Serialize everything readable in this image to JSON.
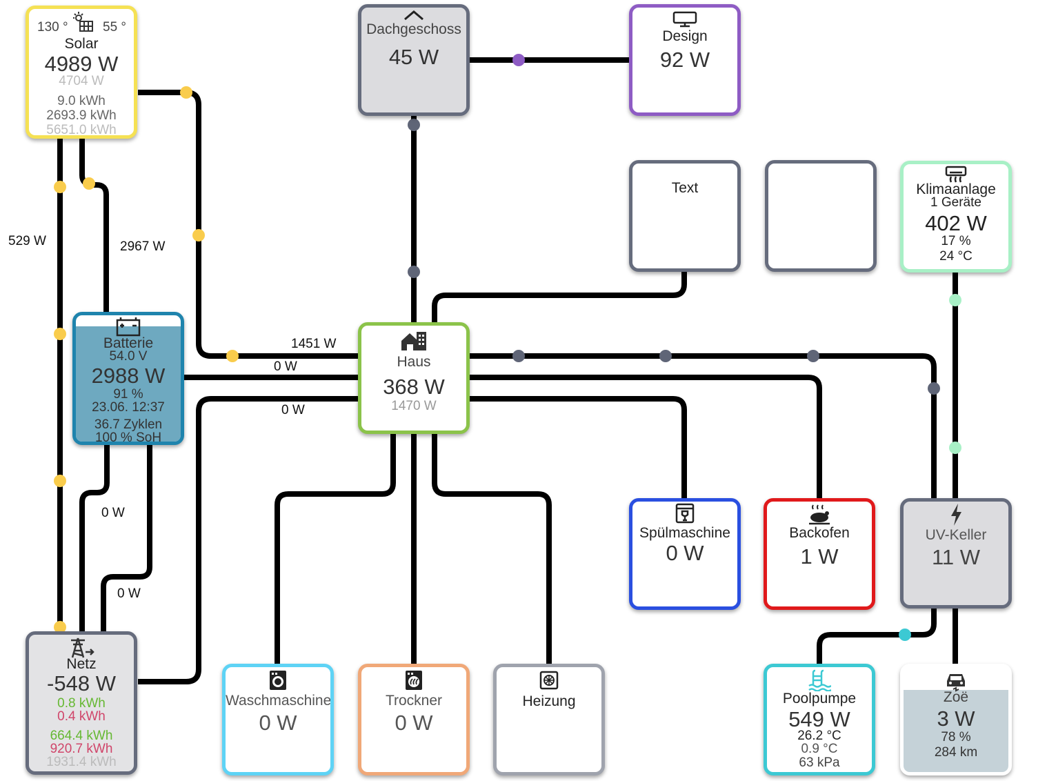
{
  "colors": {
    "line": "#000000",
    "solar": "#f5e154",
    "solar_dot": "#f9cc4c",
    "battery_bg": "#6ea9c0",
    "battery_border": "#1f84ad",
    "house": "#8bc34a",
    "gray_border": "#666c7d",
    "design": "#8e5cc4",
    "klima": "#a8f0c6",
    "spuel": "#2a4fe0",
    "backofen": "#e0191b",
    "pool": "#3cc9d3",
    "wasch": "#5ed3f5",
    "trockner": "#f0a878",
    "heizung": "#9fa3ad",
    "ev_bg": "#c5d2d8"
  },
  "solar": {
    "azimuth": "130 °",
    "elevation": "55 °",
    "icon": "solar-panel-icon",
    "label": "Solar",
    "power": "4989 W",
    "power2": "4704 W",
    "energy1": "9.0 kWh",
    "energy2": "2693.9 kWh",
    "energy3": "5651.0 kWh"
  },
  "battery": {
    "icon": "battery-icon",
    "label": "Batterie",
    "voltage": "54.0 V",
    "power": "2988 W",
    "soc": "91 %",
    "timestamp": "23.06. 12:37",
    "cycles": "36.7 Zyklen",
    "soh": "100 % SoH",
    "soc_fraction": 0.91
  },
  "house": {
    "icon": "home-icon",
    "label": "Haus",
    "power": "368 W",
    "power2": "1470 W"
  },
  "grid": {
    "icon": "transmission-tower-icon",
    "label": "Netz",
    "power": "-548 W",
    "day_import": "0.8 kWh",
    "day_export": "0.4 kWh",
    "total_import": "664.4 kWh",
    "total_export": "920.7 kWh",
    "total": "1931.4 kWh"
  },
  "dachgeschoss": {
    "icon": "roof-icon",
    "label": "Dachgeschoss",
    "power": "45 W"
  },
  "design": {
    "icon": "monitor-icon",
    "label": "Design",
    "power": "92 W"
  },
  "text_node": {
    "label": "Text"
  },
  "klima": {
    "icon": "air-conditioner-icon",
    "label": "Klimaanlage",
    "devices": "1 Geräte",
    "power": "402 W",
    "humidity": "17 %",
    "temperature": "24 °C"
  },
  "spuel": {
    "icon": "dishwasher-icon",
    "label": "Spülmaschine",
    "power": "0 W"
  },
  "backofen": {
    "icon": "oven-roast-icon",
    "label": "Backofen",
    "power": "1 W"
  },
  "uvkeller": {
    "icon": "lightning-icon",
    "label": "UV-Keller",
    "power": "11 W"
  },
  "wasch": {
    "icon": "washing-machine-icon",
    "label": "Waschmaschine",
    "power": "0 W"
  },
  "trockner": {
    "icon": "tumble-dryer-icon",
    "label": "Trockner",
    "power": "0 W"
  },
  "heizung": {
    "icon": "heating-icon",
    "label": "Heizung"
  },
  "pool": {
    "icon": "pool-icon",
    "label": "Poolpumpe",
    "power": "549 W",
    "temp1": "26.2 °C",
    "temp2": "0.9 °C",
    "pressure": "63 kPa"
  },
  "ev": {
    "icon": "car-electric-icon",
    "label": "Zoë",
    "power": "3 W",
    "soc": "78 %",
    "range": "284 km",
    "soc_fraction": 0.78
  },
  "flows": {
    "solar_grid": "529 W",
    "solar_battery": "2967 W",
    "solar_house": "1451 W",
    "battery_house": "0 W",
    "grid_house": "0 W",
    "battery_grid_1": "0 W",
    "battery_grid_2": "0 W"
  }
}
